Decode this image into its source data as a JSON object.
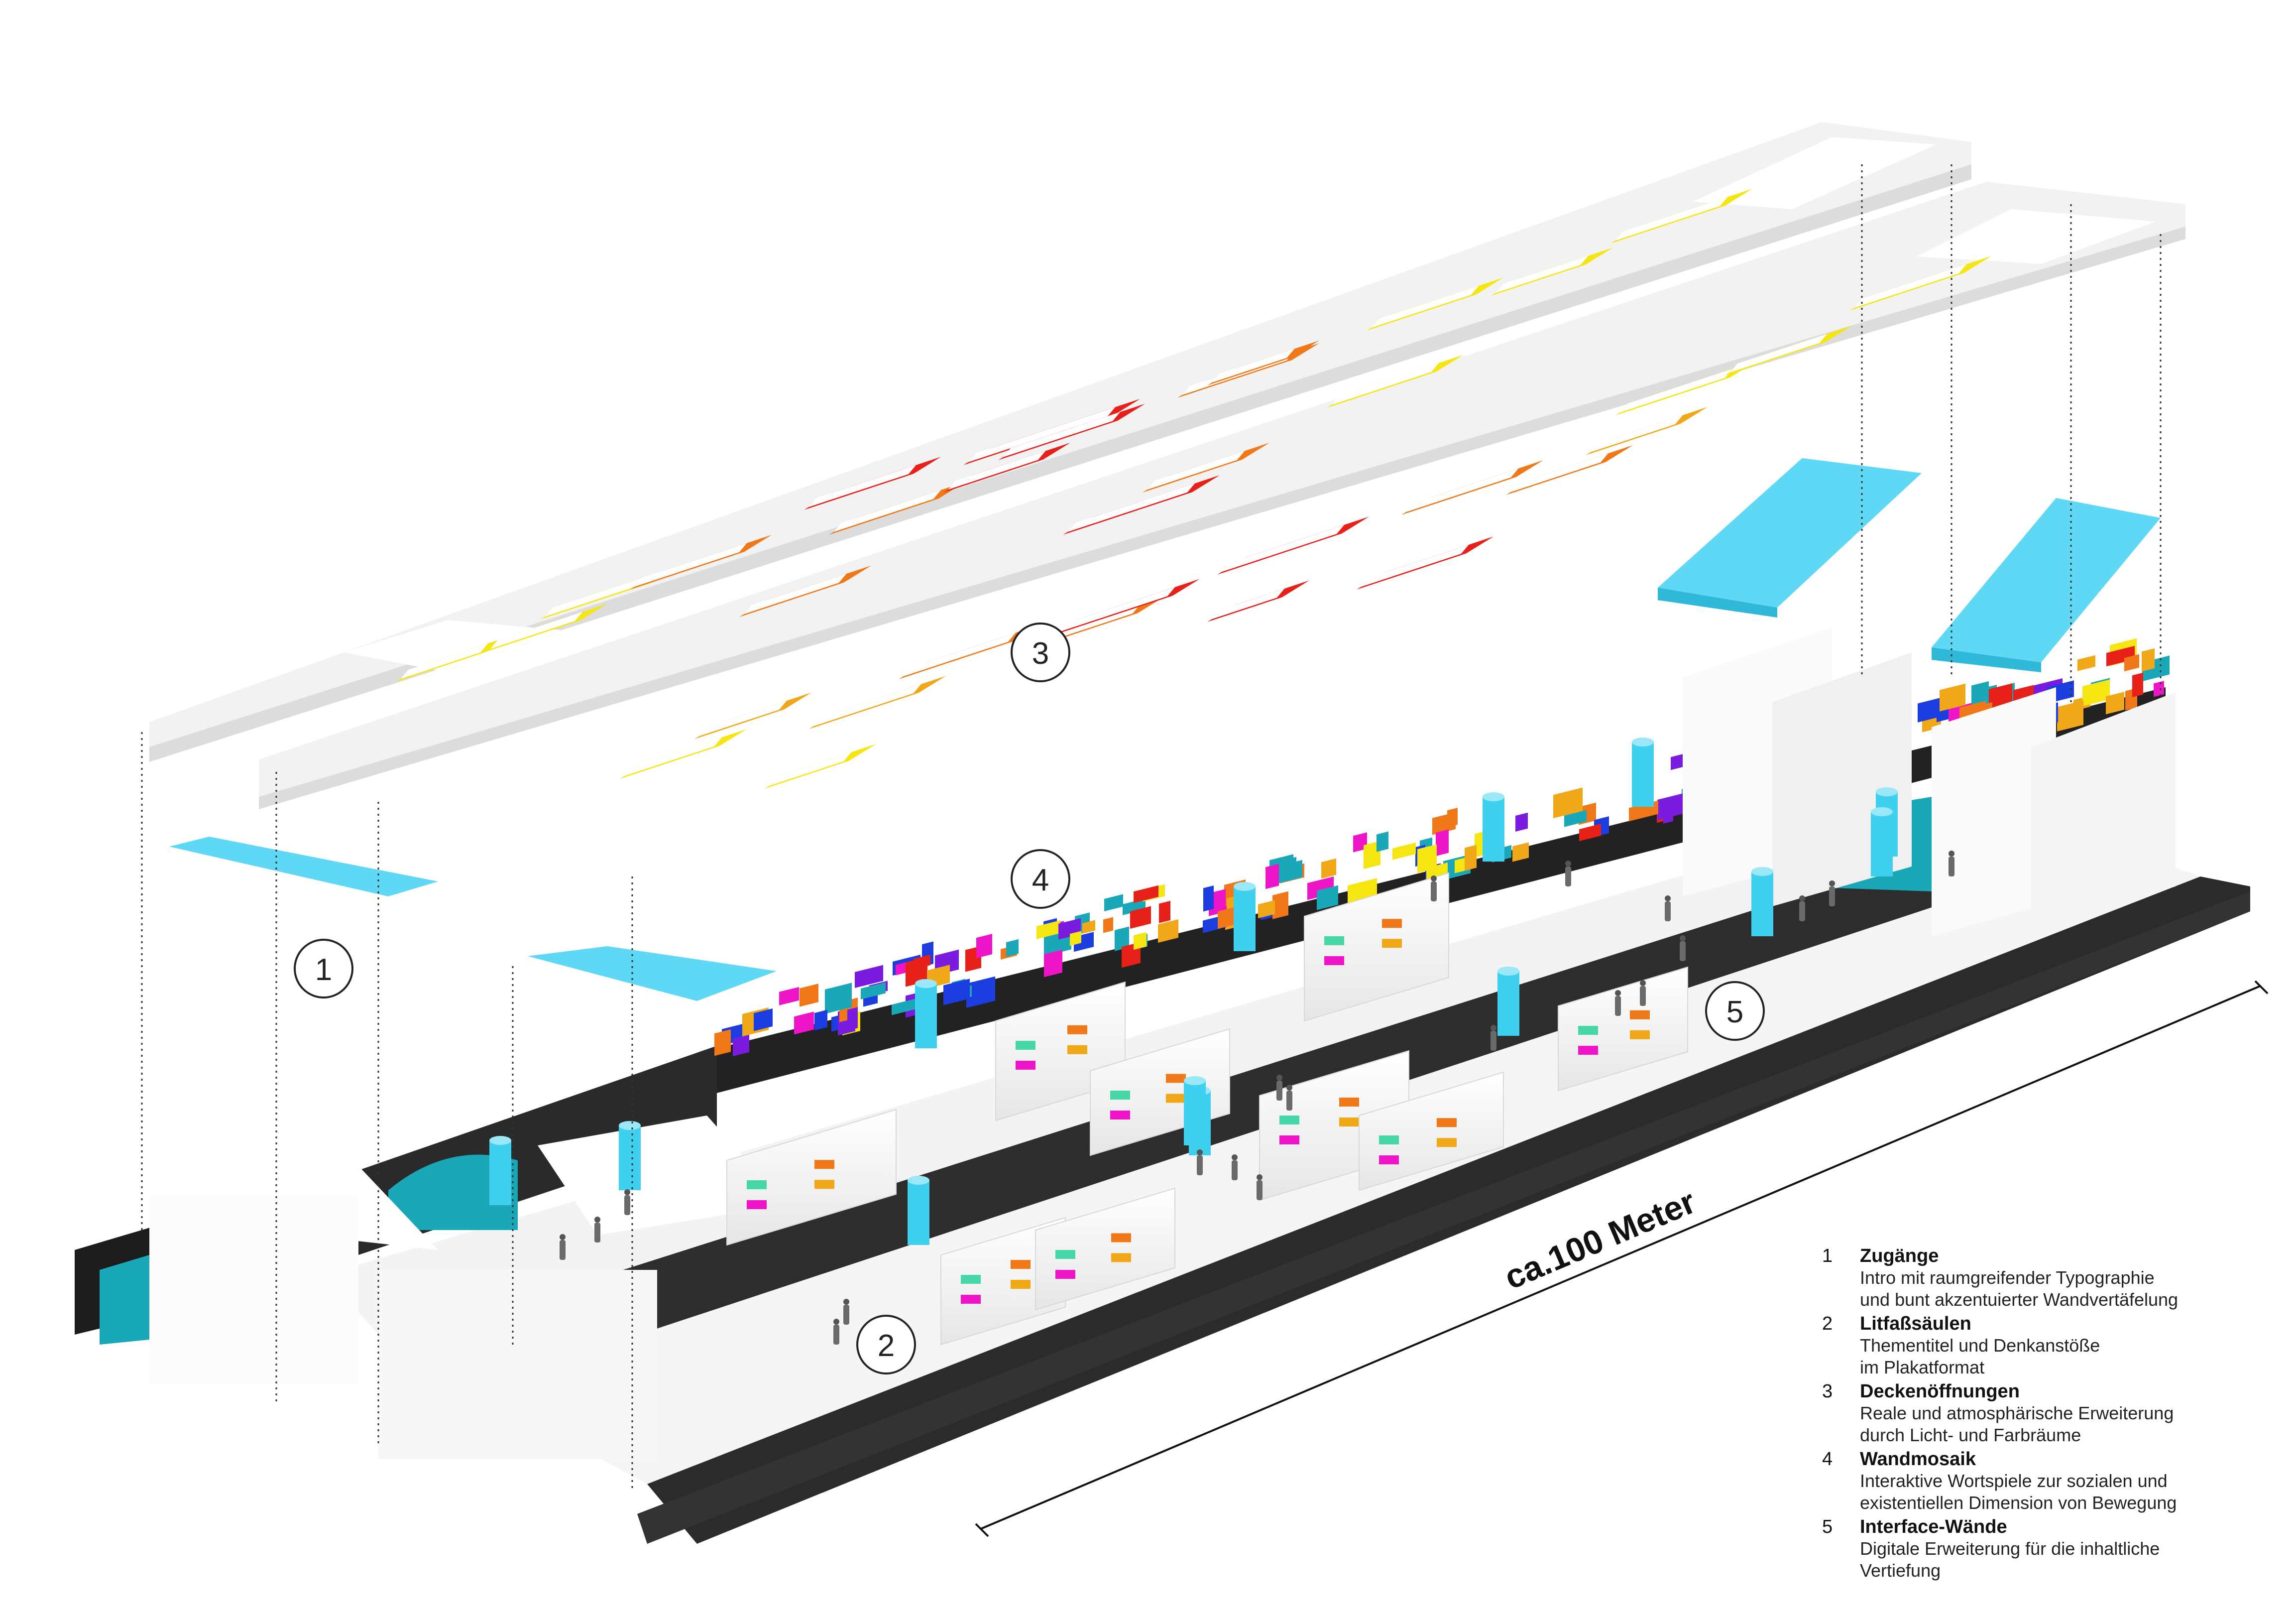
{
  "scale_label": "ca.100 Meter",
  "callouts": [
    "1",
    "2",
    "3",
    "4",
    "5"
  ],
  "legend": [
    {
      "num": "1",
      "title": "Zugänge",
      "desc": "Intro mit raumgreifender Typographie\nund bunt akzentuierter Wandvertäfelung"
    },
    {
      "num": "2",
      "title": "Litfaßsäulen",
      "desc": "Thementitel und Denkanstöße\nim Plakatformat"
    },
    {
      "num": "3",
      "title": "Deckenöffnungen",
      "desc": "Reale und atmosphärische Erweiterung\ndurch Licht- und Farbräume"
    },
    {
      "num": "4",
      "title": "Wandmosaik",
      "desc": "Interaktive Wortspiele zur sozialen und\nexistentiellen Dimension von Bewegung"
    },
    {
      "num": "5",
      "title": "Interface-Wände",
      "desc": "Digitale Erweiterung für die inhaltliche\nVertiefung"
    }
  ],
  "colors": {
    "slab": "#efefef",
    "track": "#2a2a2a",
    "platform": "#f4f4f4",
    "column": "#3fd0ef",
    "stair": "#5fd8f5",
    "train": "#1aa8b8",
    "red": "#e8201a",
    "orange": "#f07818",
    "amber": "#f0a818",
    "yellow": "#f5e612",
    "magenta": "#ee14c8",
    "mint": "#46d6a8"
  }
}
